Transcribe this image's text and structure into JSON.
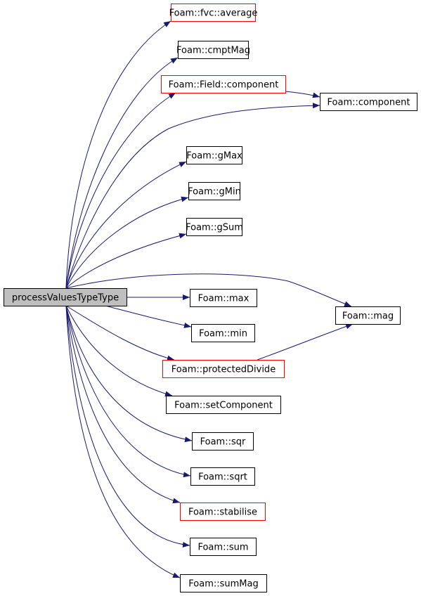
{
  "graph": {
    "root": "processValuesTypeType",
    "nodes": [
      {
        "id": "root",
        "label": "processValuesTypeType",
        "style": "root"
      },
      {
        "id": "fvc_average",
        "label": "Foam::fvc::average",
        "style": "red"
      },
      {
        "id": "cmptMag",
        "label": "Foam::cmptMag",
        "style": "normal"
      },
      {
        "id": "field_component",
        "label": "Foam::Field::component",
        "style": "red"
      },
      {
        "id": "component",
        "label": "Foam::component",
        "style": "normal"
      },
      {
        "id": "gMax",
        "label": "Foam::gMax",
        "style": "normal"
      },
      {
        "id": "gMin",
        "label": "Foam::gMin",
        "style": "normal"
      },
      {
        "id": "gSum",
        "label": "Foam::gSum",
        "style": "normal"
      },
      {
        "id": "max",
        "label": "Foam::max",
        "style": "normal"
      },
      {
        "id": "min",
        "label": "Foam::min",
        "style": "normal"
      },
      {
        "id": "mag",
        "label": "Foam::mag",
        "style": "normal"
      },
      {
        "id": "protectedDivide",
        "label": "Foam::protectedDivide",
        "style": "red"
      },
      {
        "id": "setComponent",
        "label": "Foam::setComponent",
        "style": "normal"
      },
      {
        "id": "sqr",
        "label": "Foam::sqr",
        "style": "normal"
      },
      {
        "id": "sqrt",
        "label": "Foam::sqrt",
        "style": "normal"
      },
      {
        "id": "stabilise",
        "label": "Foam::stabilise",
        "style": "red"
      },
      {
        "id": "sum",
        "label": "Foam::sum",
        "style": "normal"
      },
      {
        "id": "sumMag",
        "label": "Foam::sumMag",
        "style": "normal"
      }
    ],
    "edges": [
      {
        "from": "root",
        "to": "fvc_average"
      },
      {
        "from": "root",
        "to": "cmptMag"
      },
      {
        "from": "root",
        "to": "field_component"
      },
      {
        "from": "field_component",
        "to": "component"
      },
      {
        "from": "root",
        "to": "component"
      },
      {
        "from": "root",
        "to": "gMax"
      },
      {
        "from": "root",
        "to": "gMin"
      },
      {
        "from": "root",
        "to": "gSum"
      },
      {
        "from": "root",
        "to": "mag"
      },
      {
        "from": "root",
        "to": "max"
      },
      {
        "from": "root",
        "to": "min"
      },
      {
        "from": "root",
        "to": "protectedDivide"
      },
      {
        "from": "protectedDivide",
        "to": "mag"
      },
      {
        "from": "root",
        "to": "setComponent"
      },
      {
        "from": "root",
        "to": "sqr"
      },
      {
        "from": "root",
        "to": "sqrt"
      },
      {
        "from": "root",
        "to": "stabilise"
      },
      {
        "from": "root",
        "to": "sum"
      },
      {
        "from": "root",
        "to": "sumMag"
      }
    ],
    "colors": {
      "edge": "#191970",
      "root_fill": "#bfbfbf",
      "red_border": "#ff0000",
      "normal_border": "#000000",
      "box_fill": "#ffffff"
    }
  }
}
